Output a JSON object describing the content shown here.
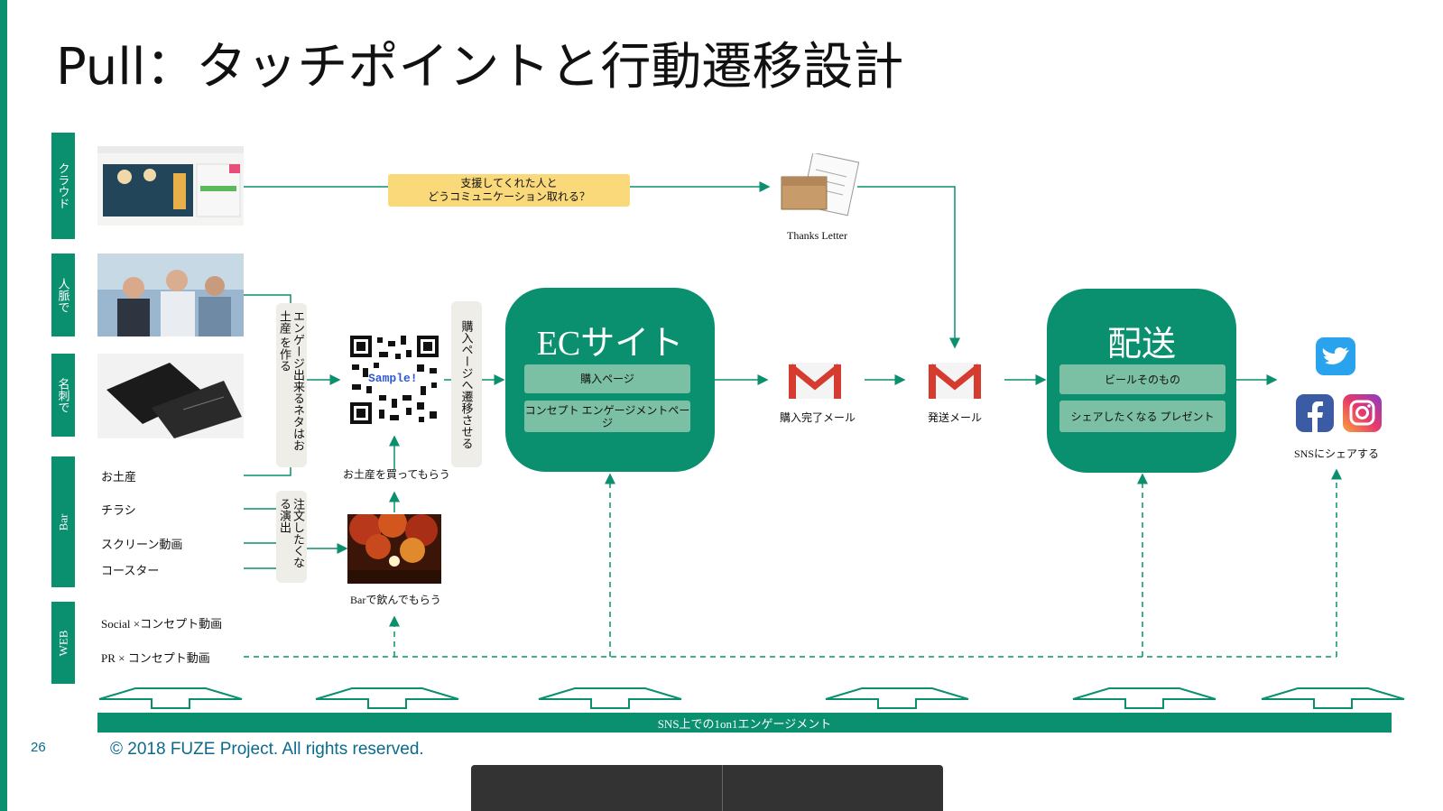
{
  "title": "Pull：タッチポイントと行動遷移設計",
  "rows": [
    {
      "id": "crowd",
      "label": "クラウド"
    },
    {
      "id": "people",
      "label": "人脈で"
    },
    {
      "id": "card",
      "label": "名刺で"
    },
    {
      "id": "bar",
      "label": "Bar"
    },
    {
      "id": "web",
      "label": "WEB"
    }
  ],
  "callout": {
    "line1": "支援してくれた人と",
    "line2": "どうコミュニケーション取れる？"
  },
  "thanks_letter": "Thanks Letter",
  "vertical_labels": {
    "v1": "エンゲージ出来るネタはお土産 を作る",
    "v2": "購入ページへ遷移させる",
    "v3": "注文したくなる演出"
  },
  "bar_items": [
    "お土産",
    "チラシ",
    "スクリーン動画",
    "コースター"
  ],
  "web_items": [
    "Social ×コンセプト動画",
    "PR × コンセプト動画"
  ],
  "qr_label": "Sample!",
  "qr_caption": "お土産を買ってもらう",
  "bar_photo_caption": "Barで飲んでもらう",
  "ec_site": {
    "title": "ECサイト",
    "buttons": [
      "購入ページ",
      "コンセプト エンゲージメントページ"
    ]
  },
  "mail1": "購入完了メール",
  "mail2": "発送メール",
  "delivery": {
    "title": "配送",
    "buttons": [
      "ビールそのもの",
      "シェアしたくなる プレゼント"
    ]
  },
  "sns_caption": "SNSにシェアする",
  "bottom_bar": "SNS上での1on1エンゲージメント",
  "footer": "© 2018 FUZE Project. All rights reserved.",
  "page_number": "26",
  "colors": {
    "brand": "#0a8f6f",
    "button": "#7bbfa4",
    "callout": "#f9d97a",
    "footer": "#0b6a8d"
  },
  "icons": [
    "gmail-icon",
    "twitter-icon",
    "facebook-icon",
    "instagram-icon",
    "qr-code-icon",
    "letter-icon"
  ]
}
